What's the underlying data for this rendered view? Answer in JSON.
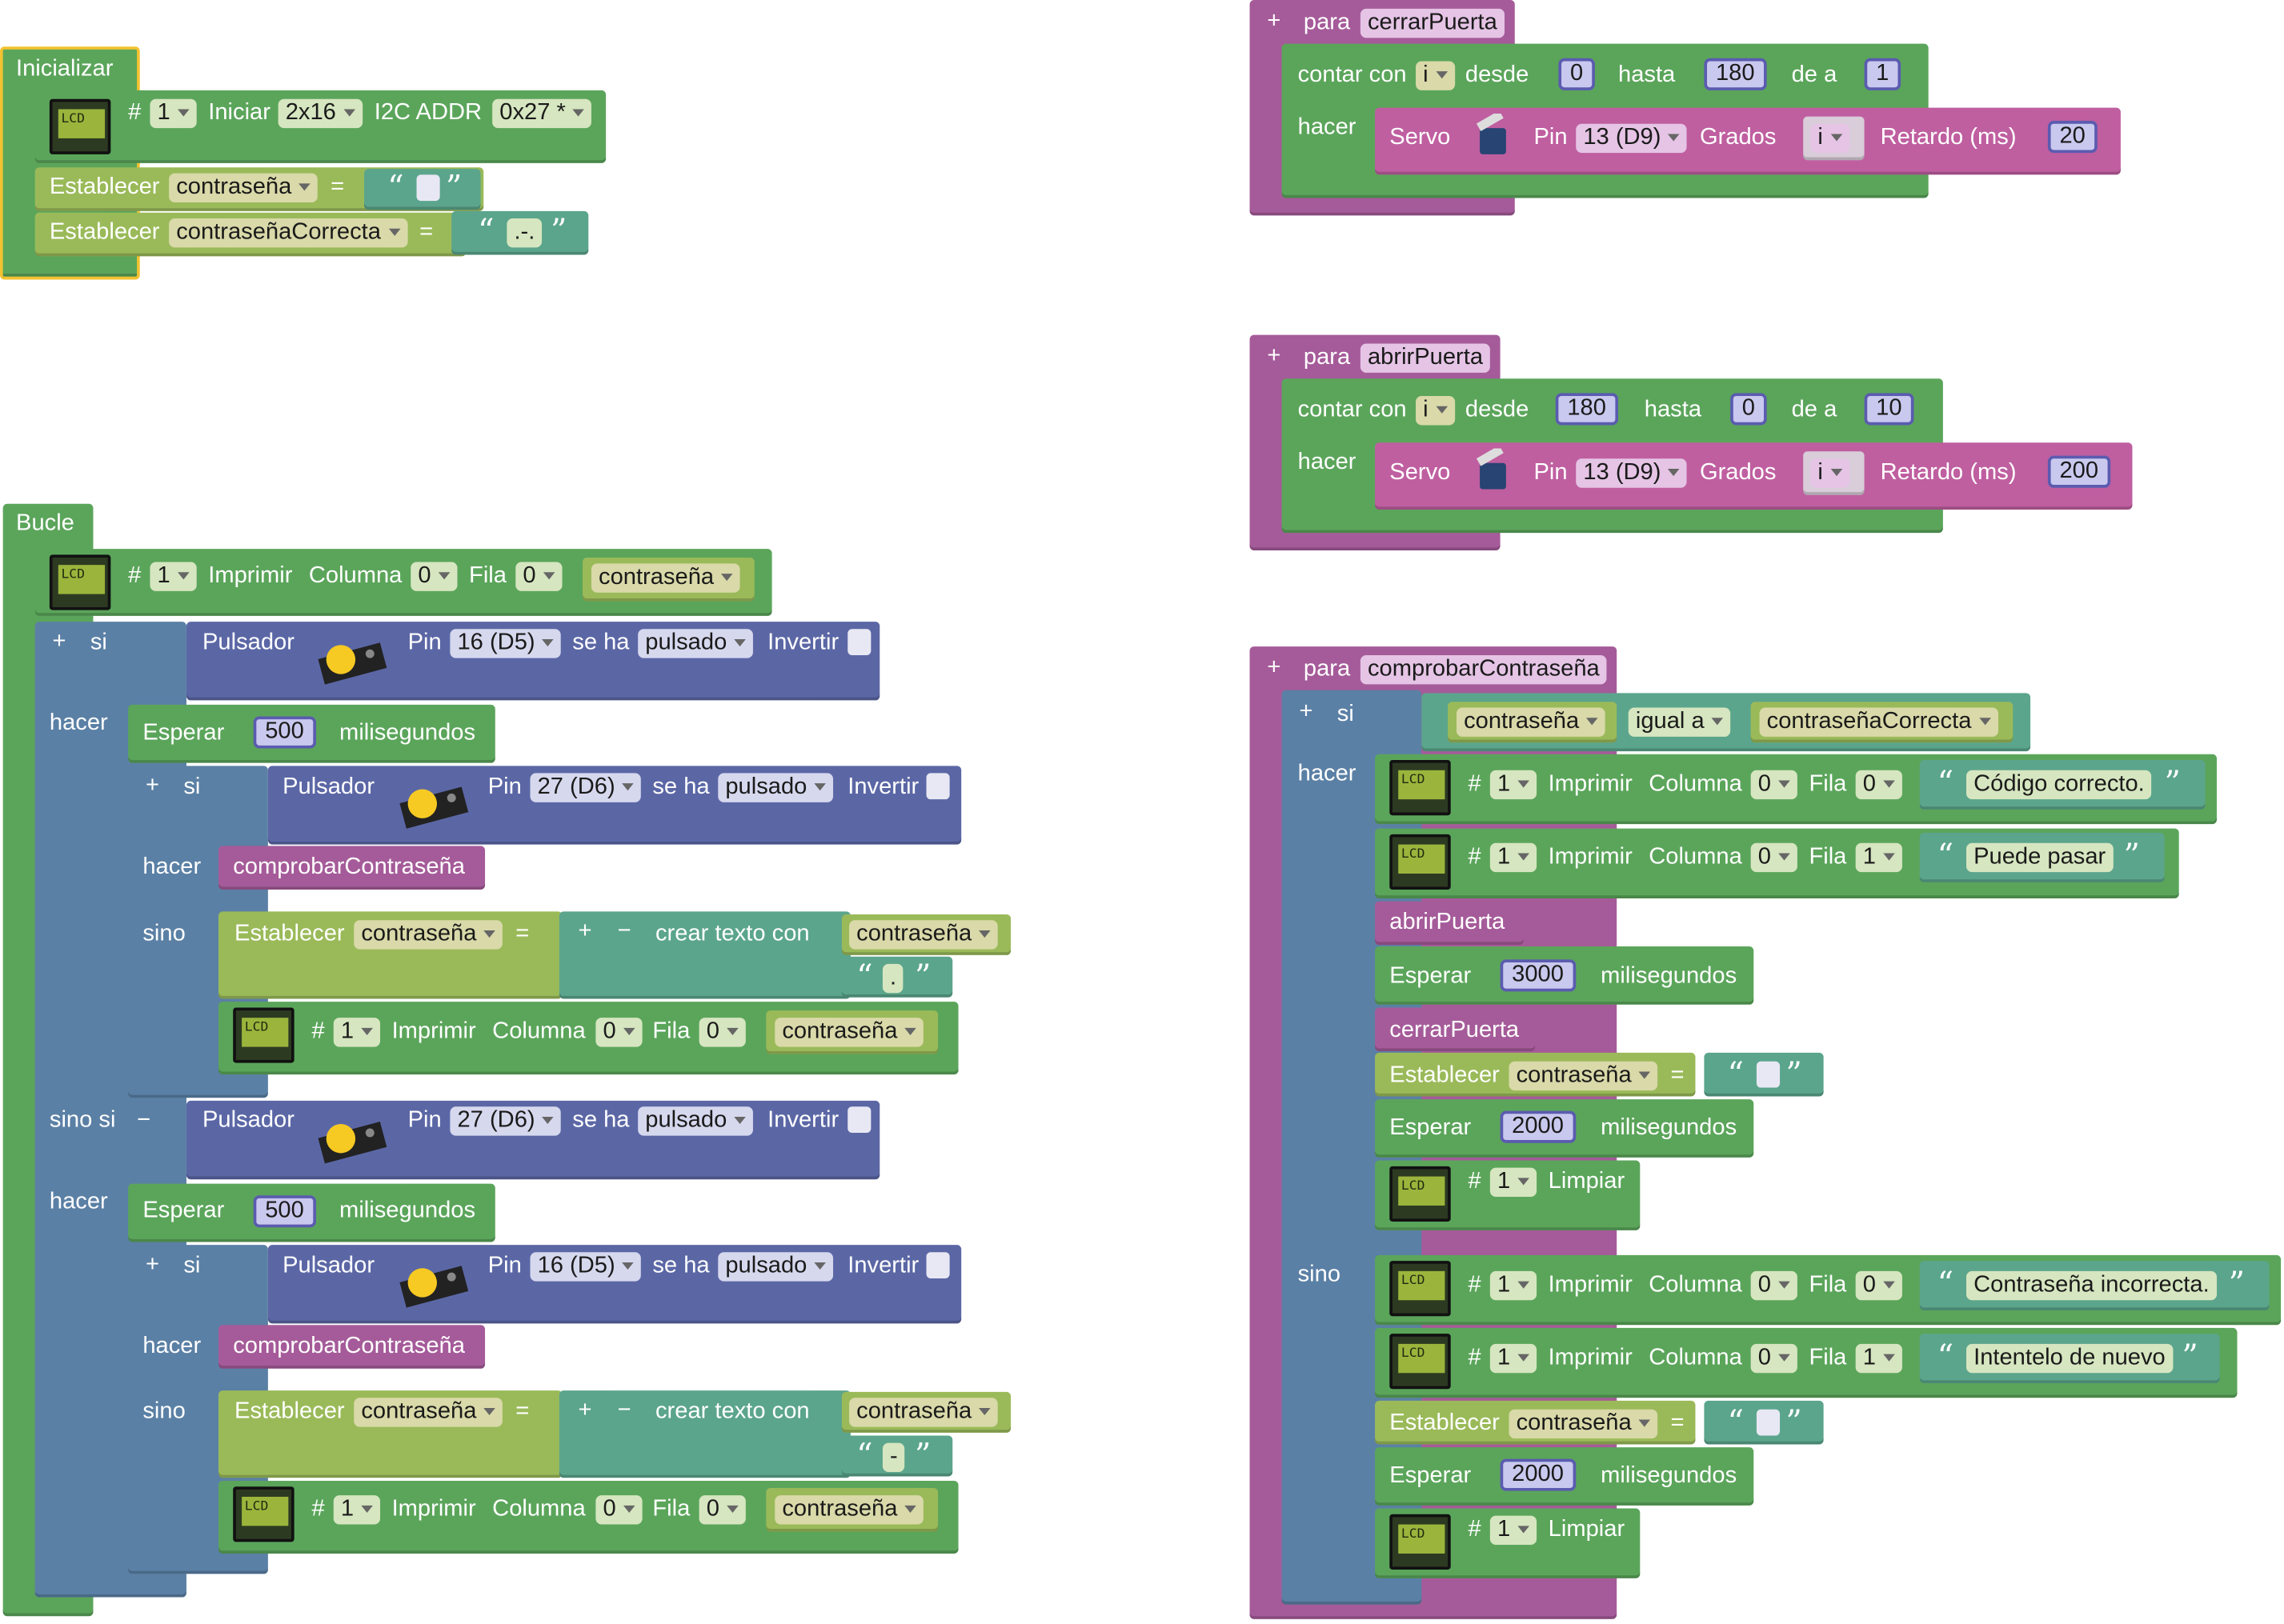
{
  "init": {
    "title": "Inicializar",
    "lcd_hash": "#",
    "lcd_num": "1",
    "iniciar": "Iniciar",
    "size": "2x16",
    "i2c": "I2C ADDR",
    "addr": "0x27 *",
    "establecer": "Establecer",
    "var1": "contraseña",
    "eq": "=",
    "var2": "contraseñaCorrecta",
    "val2": ".-."
  },
  "loop": {
    "title": "Bucle",
    "lcd_print": "Imprimir",
    "col": "Columna",
    "row": "Fila",
    "zero": "0",
    "one": "1",
    "var": "contraseña",
    "si": "si",
    "sino_si": "sino si",
    "hacer": "hacer",
    "sino": "sino",
    "pulsador": "Pulsador",
    "pin": "Pin",
    "pin16": "16 (D5)",
    "pin27": "27 (D6)",
    "se_ha": "se ha",
    "pulsado": "pulsado",
    "invertir": "Invertir",
    "esperar": "Esperar",
    "ms": "milisegundos",
    "wait500": "500",
    "call": "comprobarContraseña",
    "crear": "crear texto con",
    "dot": ".",
    "dash": "-",
    "plus": "+",
    "minus": "−"
  },
  "cerrar": {
    "para": "para",
    "name": "cerrarPuerta",
    "contar": "contar con",
    "i": "i",
    "desde": "desde",
    "from": "0",
    "hasta": "hasta",
    "to": "180",
    "dea": "de a",
    "step": "1",
    "hacer": "hacer",
    "servo": "Servo",
    "pin": "Pin",
    "pinval": "13 (D9)",
    "grados": "Grados",
    "retardo": "Retardo (ms)",
    "delay": "20"
  },
  "abrir": {
    "para": "para",
    "name": "abrirPuerta",
    "from": "180",
    "to": "0",
    "step": "10",
    "delay": "200"
  },
  "comprobar": {
    "para": "para",
    "name": "comprobarContraseña",
    "si": "si",
    "igual": "igual a",
    "var1": "contraseña",
    "var2": "contraseñaCorrecta",
    "hacer": "hacer",
    "sino": "sino",
    "msg_ok1": "Código correcto.",
    "msg_ok2": "Puede pasar",
    "abrir": "abrirPuerta",
    "cerrar": "cerrarPuerta",
    "wait3000": "3000",
    "wait2000": "2000",
    "limpiar": "Limpiar",
    "msg_bad1": "Contraseña incorrecta.",
    "msg_bad2": "Intentelo de nuevo"
  },
  "colors": {
    "logic": "#5b80a5",
    "loops": "#5ba55b",
    "procedures": "#a55b99",
    "text": "#5ba58c",
    "variables": "#9aba59"
  }
}
